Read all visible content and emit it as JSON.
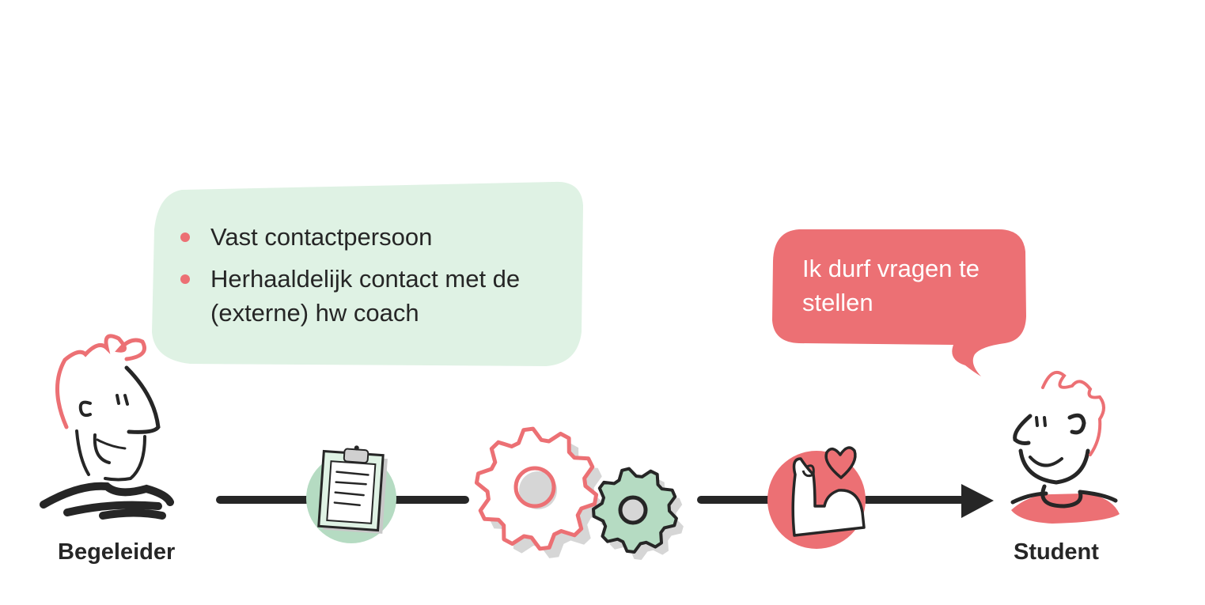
{
  "green_bubble": {
    "bullets": [
      "Vast contactpersoon",
      "Herhaaldelijk contact met de (externe) hw coach"
    ]
  },
  "red_bubble": {
    "text": "Ik durf vragen te stellen"
  },
  "labels": {
    "left": "Begeleider",
    "right": "Student"
  },
  "icons": [
    "clipboard-icon",
    "gears-icon",
    "flexed-arm-heart-icon"
  ],
  "colors": {
    "green_bubble": "#dff2e4",
    "green": "#b5dbc2",
    "red": "#ec7074",
    "ink": "#262626"
  }
}
